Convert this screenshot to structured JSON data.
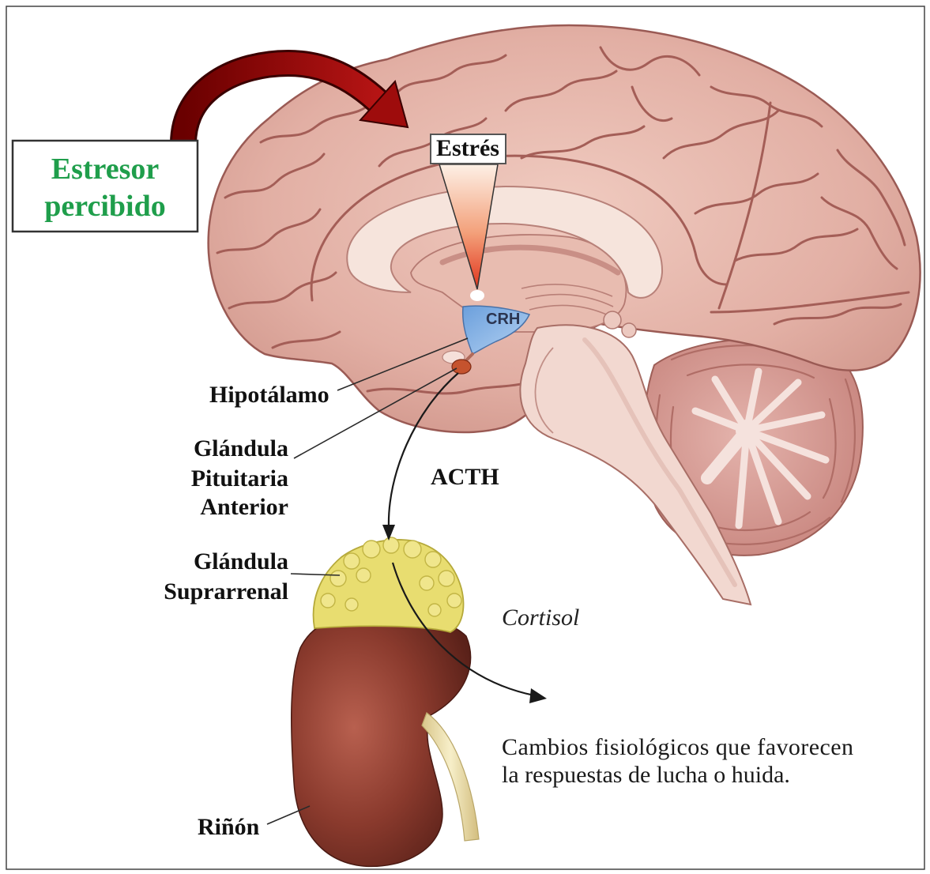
{
  "labels": {
    "stressor": [
      "Estresor",
      "percibido"
    ],
    "stress": "Estrés",
    "crh": "CRH",
    "hypothalamus": "Hipotálamo",
    "pituitary": [
      "Glándula",
      "Pituitaria",
      "Anterior"
    ],
    "acth": "ACTH",
    "adrenal": [
      "Glándula",
      "Suprarrenal"
    ],
    "cortisol": "Cortisol",
    "effects": [
      "Cambios fisiológicos que favorecen",
      "la respuestas de lucha o huida."
    ],
    "kidney": "Riñón"
  },
  "colors": {
    "stressor_text": "#1f9e4b",
    "arrow_dark": "#6a0000",
    "arrow_light": "#b51414",
    "hypothalamus": "#6b9fdc",
    "adrenal": "#e8dd70",
    "kidney": "#8a3a2d",
    "brain": "#e2afa4"
  }
}
